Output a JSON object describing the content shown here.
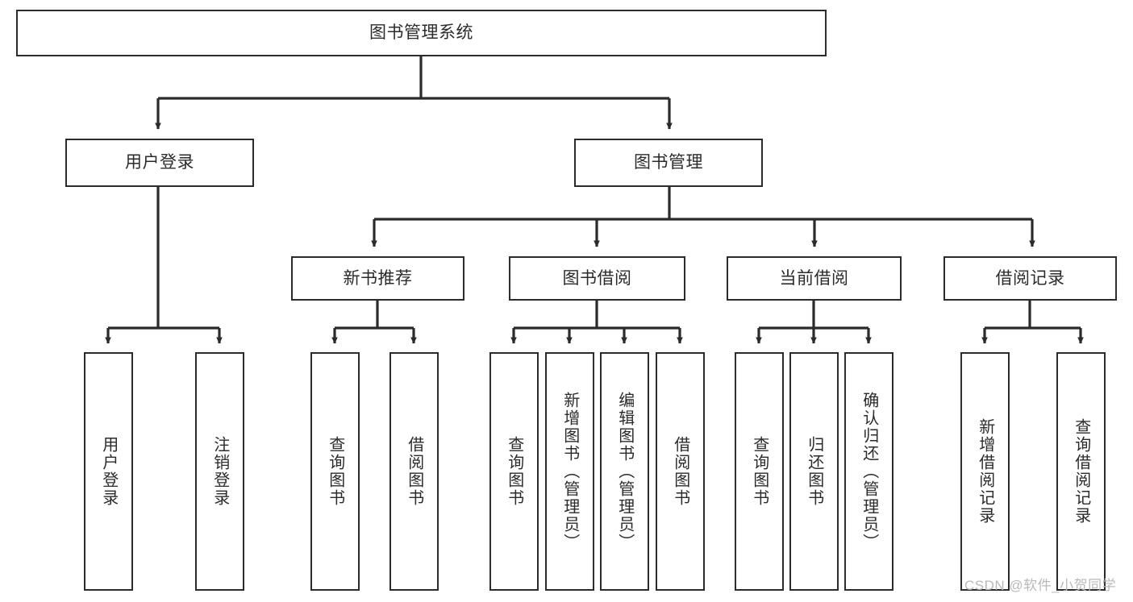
{
  "diagram": {
    "type": "tree-hierarchy",
    "title": "图书管理系统",
    "watermark": "CSDN @软件_小贺同学",
    "edge_color": "#2b2b2b",
    "node_border_color": "#2b2b2b",
    "node_fill_color": "#ffffff",
    "text_color": "#2b2b2b"
  },
  "nodes": {
    "root": {
      "label": "图书管理系统"
    },
    "level2": [
      {
        "id": "user-login",
        "label": "用户登录"
      },
      {
        "id": "book-management",
        "label": "图书管理"
      }
    ],
    "level3": [
      {
        "id": "new-book-recommend",
        "label": "新书推荐"
      },
      {
        "id": "book-borrow",
        "label": "图书借阅"
      },
      {
        "id": "current-borrow",
        "label": "当前借阅"
      },
      {
        "id": "borrow-record",
        "label": "借阅记录"
      }
    ],
    "leaves": {
      "user_login": [
        {
          "id": "leaf-user-login",
          "label": "用户登录"
        },
        {
          "id": "leaf-logout-login",
          "label": "注销登录"
        }
      ],
      "new_book_recommend": [
        {
          "id": "leaf-query-books-1",
          "label": "查询图书"
        },
        {
          "id": "leaf-borrow-books-1",
          "label": "借阅图书"
        }
      ],
      "book_borrow": [
        {
          "id": "leaf-query-books-2",
          "label": "查询图书"
        },
        {
          "id": "leaf-add-book-admin",
          "label": "新增图书（管理员）"
        },
        {
          "id": "leaf-edit-book-admin",
          "label": "编辑图书（管理员）"
        },
        {
          "id": "leaf-borrow-books-2",
          "label": "借阅图书"
        }
      ],
      "current_borrow": [
        {
          "id": "leaf-query-books-3",
          "label": "查询图书"
        },
        {
          "id": "leaf-return-books",
          "label": "归还图书"
        },
        {
          "id": "leaf-confirm-return-admin",
          "label": "确认归还（管理员）"
        }
      ],
      "borrow_record": [
        {
          "id": "leaf-add-borrow-record",
          "label": "新增借阅记录"
        },
        {
          "id": "leaf-query-borrow-record",
          "label": "查询借阅记录"
        }
      ]
    }
  }
}
